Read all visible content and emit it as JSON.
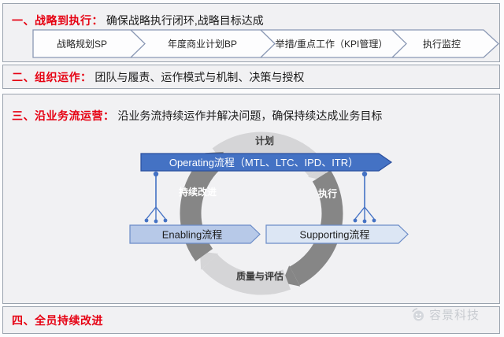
{
  "slide": {
    "sections": {
      "one": {
        "heading": "一、战略到执行：",
        "desc": "确保战略执行闭环,战略目标达成",
        "steps": [
          "战略规划SP",
          "年度商业计划BP",
          "举措/重点工作（KPI管理）",
          "执行监控"
        ]
      },
      "two": {
        "heading": "二、组织运作：",
        "desc": "团队与履责、运作模式与机制、决策与授权"
      },
      "three": {
        "heading": "三、沿业务流运营：",
        "desc": "沿业务流持续运作并解决问题，确保持续达成业务目标",
        "cycle": {
          "top": "计划",
          "right": "执行",
          "bottom": "质量与评估",
          "left": "持续改进"
        },
        "flows": {
          "operating": "Operating流程（MTL、LTC、IPD、ITR）",
          "enabling": "Enabling流程",
          "supporting": "Supporting流程"
        }
      },
      "four": {
        "heading": "四、全员持续改进"
      }
    },
    "watermark": {
      "text": "容景科技",
      "icon": "rongjing-logo"
    },
    "colors": {
      "accent_red": "#e60012",
      "primary_blue": "#4472c4",
      "light_blue": "#b7c9e8",
      "pale_blue": "#dce6f4",
      "ring_dark": "#868686",
      "ring_light": "#d5d5d7",
      "connector_blue": "#4472c4"
    }
  }
}
